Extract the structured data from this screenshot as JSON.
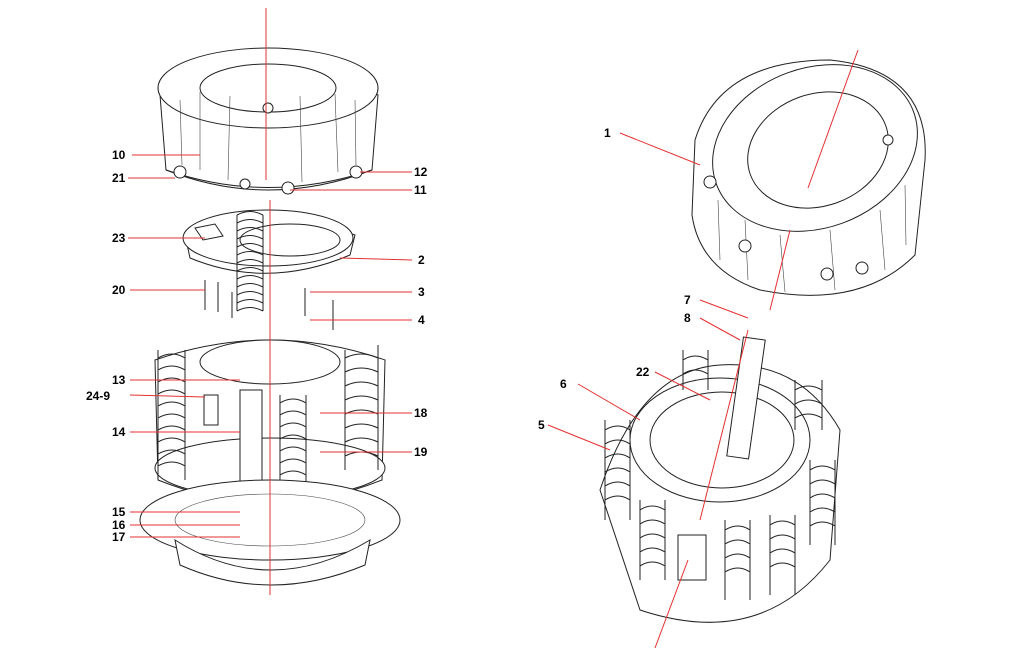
{
  "labels": {
    "l1": "1",
    "l2": "2",
    "l3": "3",
    "l4": "4",
    "l5": "5",
    "l6": "6",
    "l7": "7",
    "l8": "8",
    "l9": "24-9",
    "l10": "10",
    "l11": "11",
    "l12": "12",
    "l13": "13",
    "l14": "14",
    "l15": "15",
    "l16": "16",
    "l17": "17",
    "l18": "18",
    "l19": "19",
    "l20": "20",
    "l21": "21",
    "l22": "22",
    "l23": "23"
  },
  "colors": {
    "leader": "#e53030",
    "outline": "#222222"
  }
}
